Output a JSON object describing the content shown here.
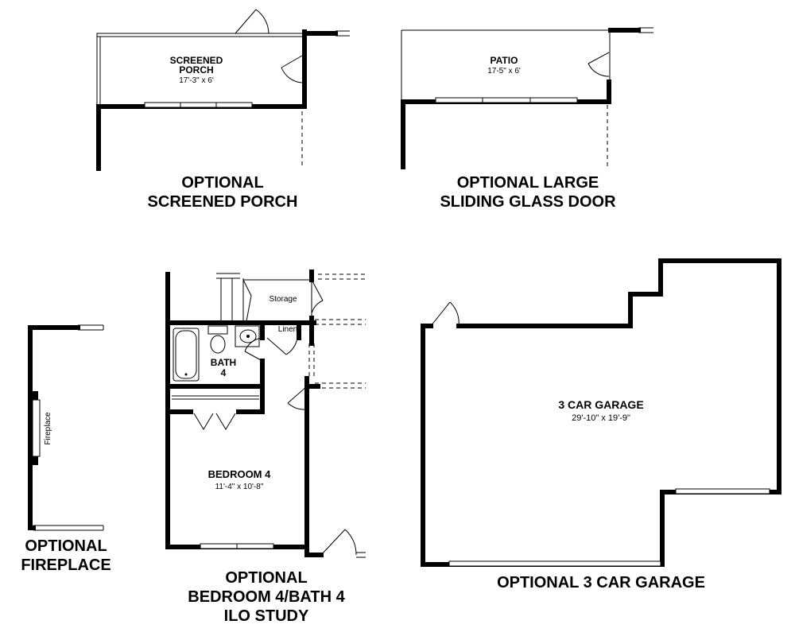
{
  "screened_porch": {
    "room_name_line1": "SCREENED",
    "room_name_line2": "PORCH",
    "dimensions": "17'-3\" x 6'",
    "caption_line1": "OPTIONAL",
    "caption_line2": "SCREENED PORCH"
  },
  "patio": {
    "room_name": "PATIO",
    "dimensions": "17-5\" x 6'",
    "caption_line1": "OPTIONAL LARGE",
    "caption_line2": "SLIDING GLASS DOOR"
  },
  "fireplace": {
    "label": "Fireplace",
    "caption_line1": "OPTIONAL",
    "caption_line2": "FIREPLACE"
  },
  "bedroom_option": {
    "storage_label": "Storage",
    "linen_label": "Linen",
    "bath_line1": "BATH",
    "bath_line2": "4",
    "bedroom_name": "BEDROOM 4",
    "bedroom_dimensions": "11'-4\" x 10'-8\"",
    "caption_line1": "OPTIONAL",
    "caption_line2": "BEDROOM 4/BATH 4",
    "caption_line3": "ILO STUDY"
  },
  "garage": {
    "room_name": "3 CAR GARAGE",
    "dimensions": "29'-10\" x 19'-9\"",
    "caption": "OPTIONAL 3 CAR GARAGE"
  }
}
